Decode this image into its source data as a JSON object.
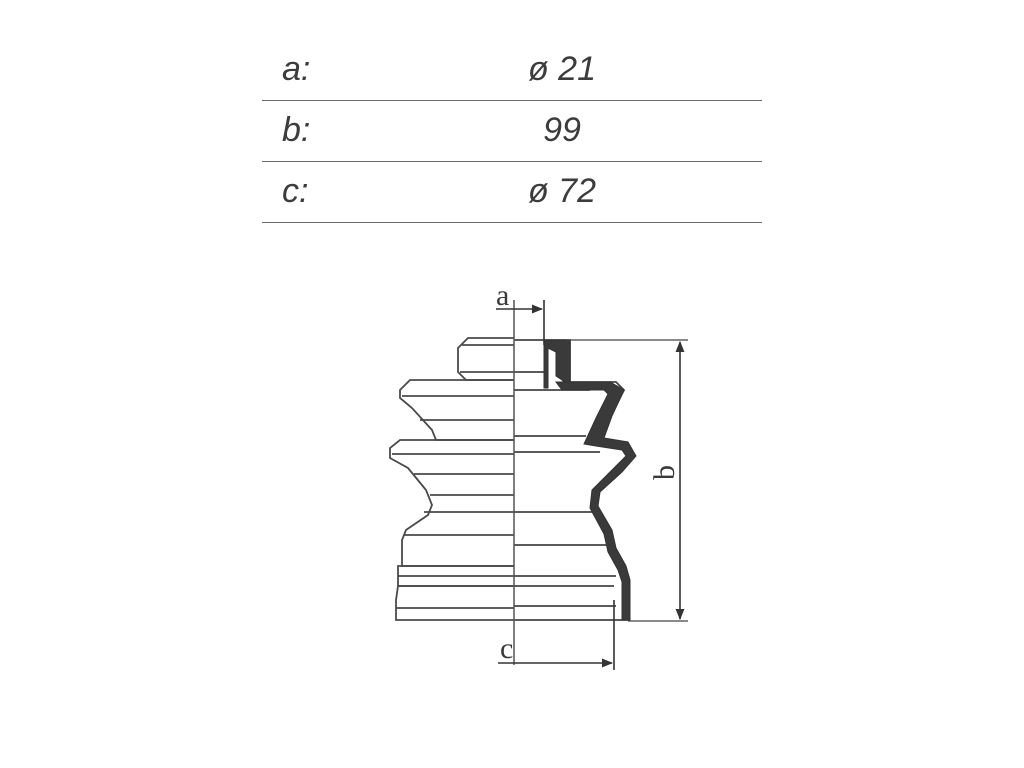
{
  "spec_table": {
    "rows": [
      {
        "label": "a:",
        "value": "ø 21"
      },
      {
        "label": "b:",
        "value": "99"
      },
      {
        "label": "c:",
        "value": "ø  72"
      }
    ]
  },
  "diagram": {
    "dimension_labels": {
      "a": "a",
      "b": "b",
      "c": "c"
    }
  }
}
